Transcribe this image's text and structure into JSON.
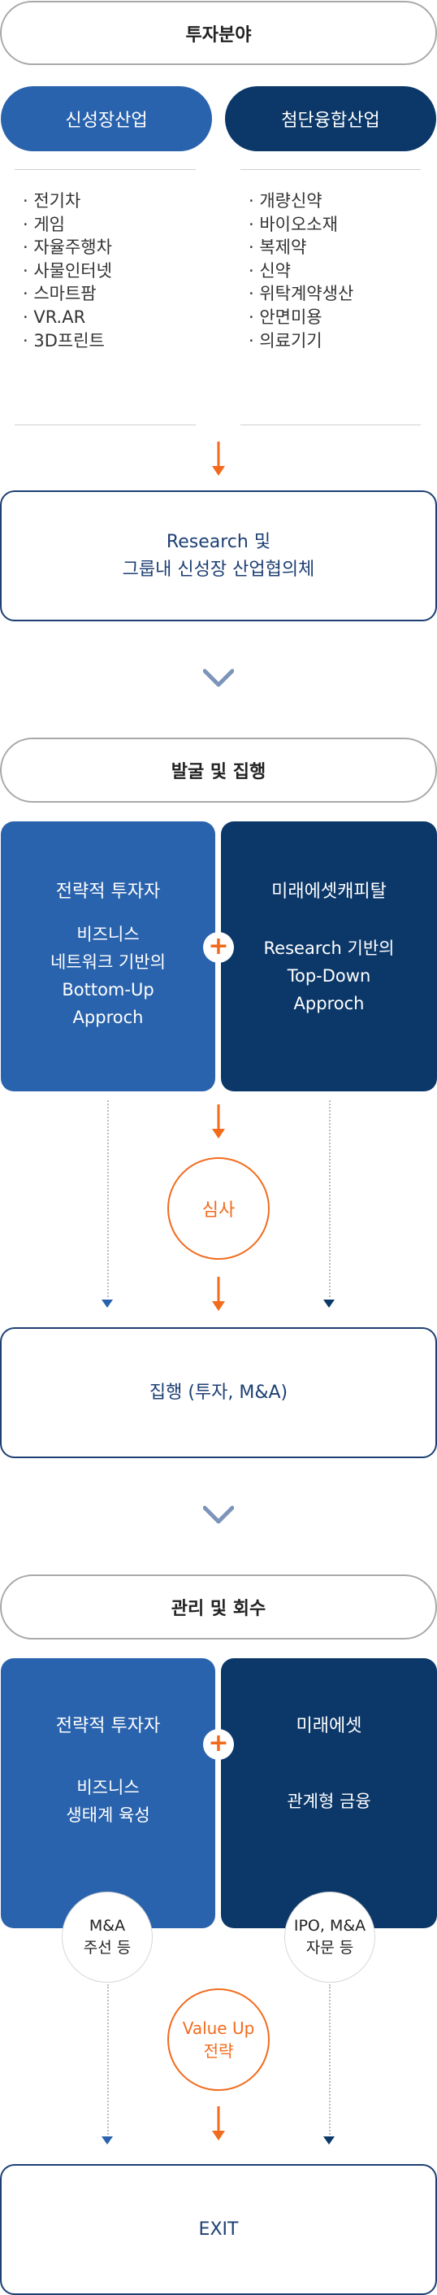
{
  "section1": {
    "header": "투자분야",
    "left": {
      "title": "신성장산업",
      "items": [
        "· 전기차",
        "· 게임",
        "· 자율주행차",
        "· 사물인터넷",
        "· 스마트팜",
        "· VR.AR",
        "· 3D프린트"
      ]
    },
    "right": {
      "title": "첨단융합산업",
      "items": [
        "· 개량신약",
        "· 바이오소재",
        "· 복제약",
        "· 신약",
        "· 위탁계약생산",
        "· 안면미용",
        "· 의료기기"
      ]
    },
    "research_line1": "Research 및",
    "research_line2": "그룹내 신성장 산업협의체"
  },
  "section2": {
    "header": "발굴 및 집행",
    "left_card": {
      "title": "전략적 투자자",
      "desc": [
        "비즈니스",
        "네트워크 기반의",
        "Bottom-Up",
        "Approch"
      ]
    },
    "right_card": {
      "title": "미래에셋캐피탈",
      "desc": [
        "Research 기반의",
        "Top-Down",
        "Approch"
      ]
    },
    "review": "심사",
    "execution": "집행 (투자, M&A)"
  },
  "section3": {
    "header": "관리 및 회수",
    "left_card": {
      "title": "전략적 투자자",
      "desc": [
        "비즈니스",
        "생태계 육성"
      ]
    },
    "right_card": {
      "title": "미래에셋",
      "desc": [
        "관계형 금융"
      ]
    },
    "left_circle": [
      "M&A",
      "주선 등"
    ],
    "right_circle": [
      "IPO, M&A",
      "자문 등"
    ],
    "value_up": [
      "Value Up",
      "전략"
    ],
    "exit": "EXIT"
  },
  "colors": {
    "blue": "#2a63ad",
    "navy": "#0c3869",
    "orange": "#f26b1d",
    "outline_navy": "#1d3f73"
  },
  "icons": {
    "plus": "+",
    "arrow": "orange-down-arrow",
    "chevron": "chevron-down-icon"
  }
}
